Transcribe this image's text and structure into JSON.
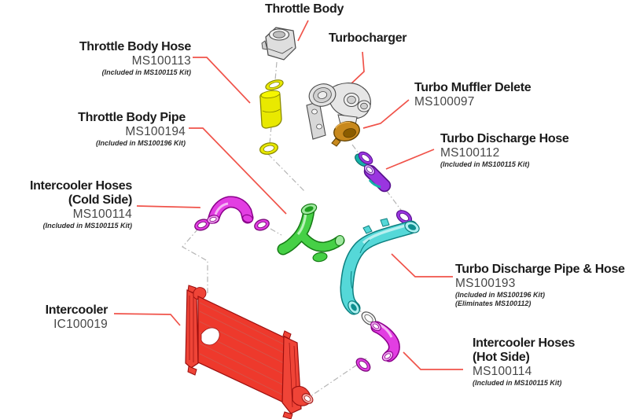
{
  "figure": {
    "kind": "exploded-parts-diagram",
    "subject": "Turbocharger, intercooler and charge-pipe system"
  },
  "labels": {
    "throttle_body": {
      "title": "Throttle Body"
    },
    "throttle_body_hose": {
      "title": "Throttle Body Hose",
      "part": "MS100113",
      "note1": "(Included in MS100115 Kit)"
    },
    "turbocharger": {
      "title": "Turbocharger"
    },
    "turbo_muffler_delete": {
      "title": "Turbo Muffler Delete",
      "part": "MS100097"
    },
    "turbo_discharge_hose": {
      "title": "Turbo Discharge Hose",
      "part": "MS100112",
      "note1": "(Included in MS100115 Kit)"
    },
    "throttle_body_pipe": {
      "title": "Throttle Body Pipe",
      "part": "MS100194",
      "note1": "(Included in MS100196 Kit)"
    },
    "intercooler_hoses_cold": {
      "title": "Intercooler Hoses",
      "title2": "(Cold Side)",
      "part": "MS100114",
      "note1": "(Included in MS100115 Kit)"
    },
    "turbo_discharge_pipe_hose": {
      "title": "Turbo Discharge Pipe & Hose",
      "part": "MS100193",
      "note1": "(Included in MS100196 Kit)",
      "note2": "(Eliminates MS100112)"
    },
    "intercooler": {
      "title": "Intercooler",
      "part": "IC100019"
    },
    "intercooler_hoses_hot": {
      "title": "Intercooler Hoses",
      "title2": "(Hot Side)",
      "part": "MS100114",
      "note1": "(Included in MS100115 Kit)"
    }
  },
  "parts": [
    {
      "id": "throttle-body",
      "color": "#dedede"
    },
    {
      "id": "throttle-body-hose",
      "color": "#e9e900"
    },
    {
      "id": "throttle-body-pipe",
      "color": "#46d046"
    },
    {
      "id": "turbocharger",
      "color": "#e3e3e3"
    },
    {
      "id": "turbo-muffler-delete",
      "color": "#c8891d"
    },
    {
      "id": "turbo-discharge-hose",
      "color": "#9a35e0"
    },
    {
      "id": "turbo-discharge-pipe",
      "color": "#55d8d8"
    },
    {
      "id": "intercooler-hoses-cold",
      "color": "#e23ee2"
    },
    {
      "id": "intercooler-hoses-hot",
      "color": "#e23ee2"
    },
    {
      "id": "intercooler",
      "color": "#ee392c"
    }
  ],
  "colors": {
    "background": "#ffffff",
    "text": "#1b1b1b",
    "part_number_text": "#474747",
    "leader_line": "#f0534a",
    "guide_line": "#b5b5b5",
    "yellow": "#e9e900",
    "green": "#46d046",
    "magenta": "#e23ee2",
    "cyan": "#55d8d8",
    "purple": "#9a35e0",
    "teal": "#16b0a8",
    "gold": "#c8891d",
    "red": "#ee392c",
    "gray": "#dedede"
  }
}
